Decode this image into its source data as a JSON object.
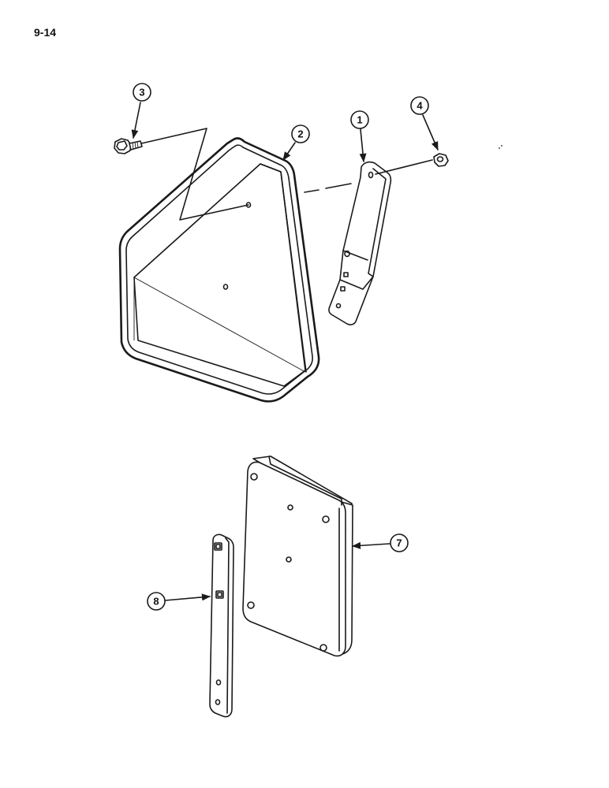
{
  "page": {
    "number": "9-14"
  },
  "callouts": {
    "c1": "1",
    "c2": "2",
    "c3": "3",
    "c4": "4",
    "c7": "7",
    "c8": "8"
  },
  "colors": {
    "ink": "#1a1a1a",
    "paper": "#ffffff"
  }
}
